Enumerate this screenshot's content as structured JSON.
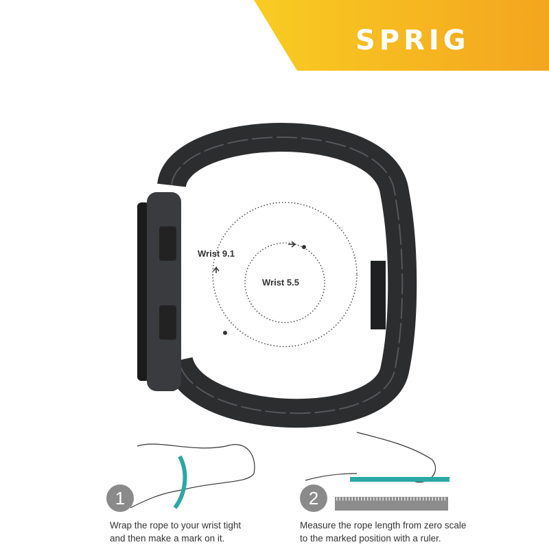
{
  "brand": {
    "logo_text": "SPRIG",
    "banner_color_start": "#f9cc22",
    "banner_color_end": "#f3a51f"
  },
  "diagram": {
    "outer_label": "Wrist 9.1",
    "inner_label": "Wrist 5.5"
  },
  "steps": [
    {
      "number": "1",
      "text_line1": "Wrap the rope to your wrist tight",
      "text_line2": "and then make a mark on it."
    },
    {
      "number": "2",
      "text_line1": "Measure the rope length from zero scale",
      "text_line2": "to the marked position with a ruler."
    }
  ],
  "colors": {
    "rope": "#2aa8a5",
    "band": "#2c2d2f",
    "badge": "#8a8a8a"
  }
}
